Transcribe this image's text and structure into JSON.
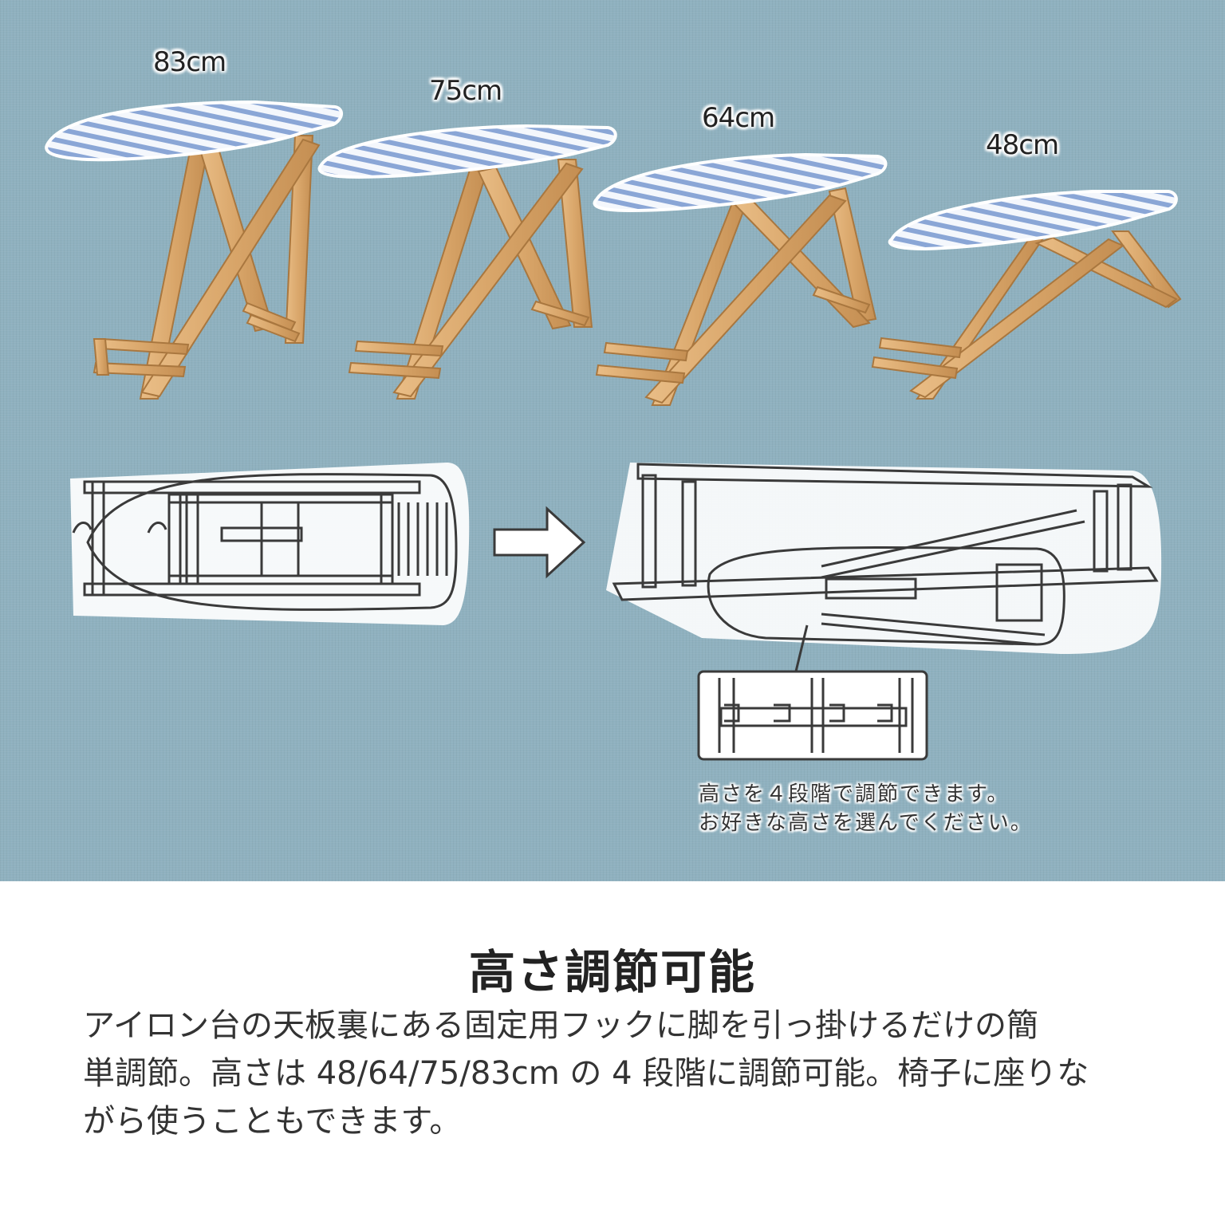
{
  "heights": {
    "h83": "83cm",
    "h75": "75cm",
    "h64": "64cm",
    "h48": "48cm"
  },
  "caption": {
    "line1": "高さを４段階で調節できます。",
    "line2": "お好きな高さを選んでください。"
  },
  "title": "高さ調節可能",
  "description": {
    "line1": "アイロン台の天板裏にある固定用フックに脚を引っ掛けるだけの簡",
    "line2": "単調節。高さは 48/64/75/83cm の 4 段階に調節可能。椅子に座りな",
    "line3": "がら使うこともできます。"
  },
  "colors": {
    "background": "#8fb1bf",
    "board_cover": "#8aa6d6",
    "wood": "#d9a66a"
  }
}
